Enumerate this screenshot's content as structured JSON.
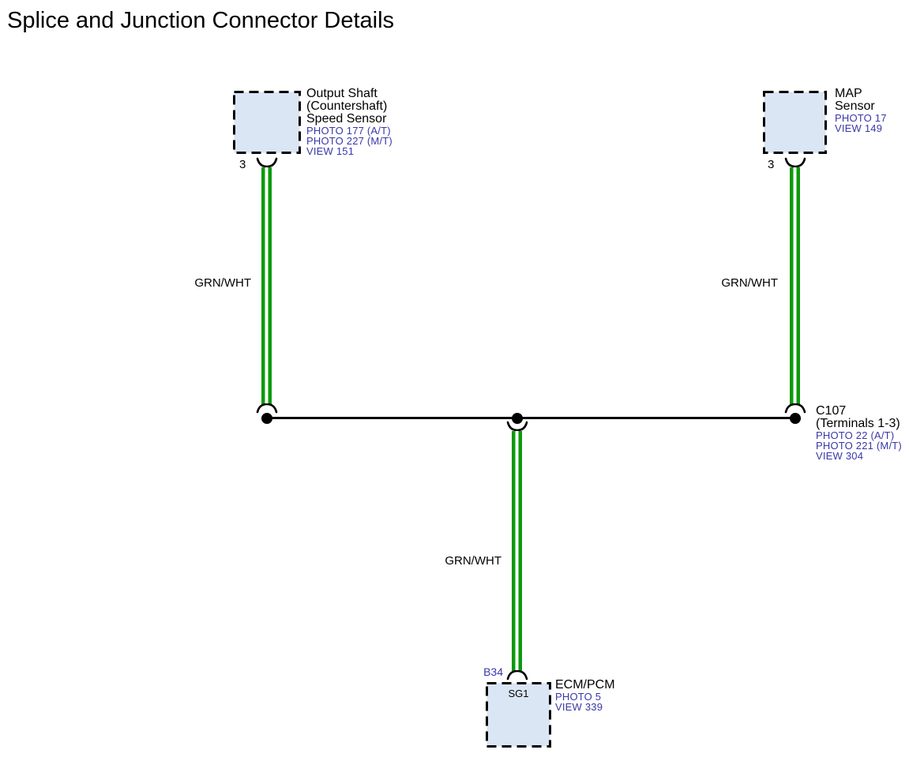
{
  "title": "Splice and Junction Connector Details",
  "colors": {
    "wire_green": "#0c990c",
    "box_fill": "#dbe6f4",
    "link_blue": "#3838a8",
    "line_black": "#000000"
  },
  "components": {
    "output_shaft_sensor": {
      "name_lines": [
        "Output Shaft",
        "(Countershaft)",
        "Speed Sensor"
      ],
      "links": [
        "PHOTO 177 (A/T)",
        "PHOTO 227 (M/T)",
        "VIEW 151"
      ],
      "pin": "3"
    },
    "map_sensor": {
      "name_lines": [
        "MAP",
        "Sensor"
      ],
      "links": [
        "PHOTO 17",
        "VIEW 149"
      ],
      "pin": "3"
    },
    "junction_c107": {
      "name_lines": [
        "C107",
        "(Terminals 1-3)"
      ],
      "links": [
        "PHOTO 22 (A/T)",
        "PHOTO 221 (M/T)",
        "VIEW 304"
      ]
    },
    "ecm_pcm": {
      "name": "ECM/PCM",
      "links": [
        "PHOTO 5",
        "VIEW 339"
      ],
      "connector_id": "B34",
      "ground_id": "SG1"
    }
  },
  "wires": {
    "left_label": "GRN/WHT",
    "middle_label": "GRN/WHT",
    "right_label": "GRN/WHT"
  }
}
